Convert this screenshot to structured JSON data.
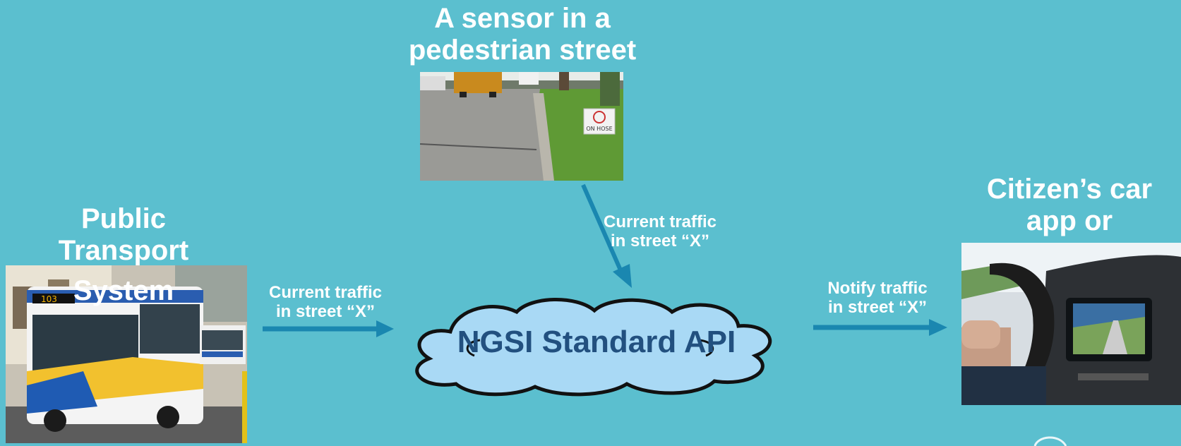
{
  "sensor": {
    "line1": "A sensor in a",
    "line2": "pedestrian street"
  },
  "public_transport": {
    "line1": "Public",
    "line2": "Transport",
    "line3": "System"
  },
  "citizen_app": {
    "line1": "Citizen’s car",
    "line2": "app or"
  },
  "arrows": {
    "sensor_to_api": {
      "line1": "Current traffic",
      "line2": "in street “X”"
    },
    "transport_to_api": {
      "line1": "Current traffic",
      "line2": "in street “X”"
    },
    "api_to_app": {
      "line1": "Notify traffic",
      "line2": "in street “X”"
    }
  },
  "api": {
    "label": "NGSI Standard API"
  },
  "photos": {
    "sign_text": "ON HOSE",
    "bus_route": "103"
  },
  "colors": {
    "background": "#5bbfcf",
    "arrow": "#1a87b0",
    "cloud_fill": "#a9d9f5",
    "api_text": "#22507f",
    "label_text": "#ffffff"
  }
}
